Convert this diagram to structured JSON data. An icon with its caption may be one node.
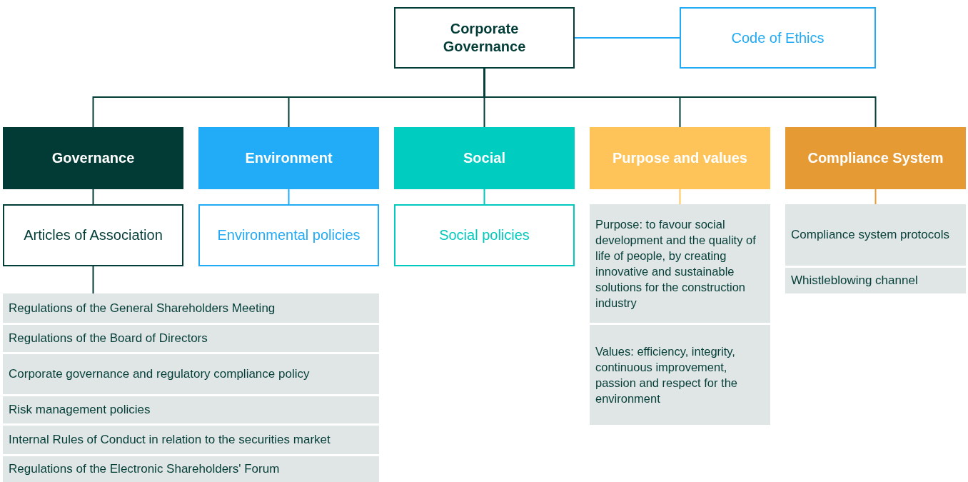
{
  "diagram": {
    "nodes": [
      {
        "text": [
          "Corporate Governance"
        ]
      },
      {
        "text": [
          "Code of Ethics"
        ]
      },
      {
        "text": [
          "Governance"
        ]
      },
      {
        "text": [
          "Environment"
        ]
      },
      {
        "text": [
          "Social"
        ]
      },
      {
        "text": [
          "Purpose and values"
        ]
      },
      {
        "text": [
          "Compliance System"
        ]
      },
      {
        "text": [
          "Articles of Association"
        ]
      },
      {
        "text": [
          "Environmental policies"
        ]
      },
      {
        "text": [
          "Social policies"
        ]
      },
      {
        "text": [
          "Regulations of the General Shareholders Meeting"
        ]
      },
      {
        "text": [
          "Regulations of the Board of Directors"
        ]
      },
      {
        "text": [
          "Corporate governance and regulatory compliance policy"
        ]
      },
      {
        "text": [
          "Risk management policies"
        ]
      },
      {
        "text": [
          "Internal Rules of Conduct in relation to the securities market"
        ]
      },
      {
        "text": [
          "Regulations of the Electronic Shareholders' Forum"
        ]
      },
      {
        "text": [
          "Purpose: to favour social development and the quality of life of people, by creating innovative and sustainable solutions for the construction industry"
        ]
      },
      {
        "text": [
          "Values: efficiency, integrity, continuous improvement, passion and respect for the environment"
        ]
      },
      {
        "text": [
          "Compliance system protocols"
        ]
      },
      {
        "text": [
          "Whistleblowing channel"
        ]
      }
    ],
    "edges": [
      {
        "from": 0,
        "to": 1,
        "arrow": "none",
        "color": "#22aaf5"
      },
      {
        "from": 0,
        "to": 2,
        "arrow": "none"
      },
      {
        "from": 0,
        "to": 3,
        "arrow": "none"
      },
      {
        "from": 0,
        "to": 4,
        "arrow": "none"
      },
      {
        "from": 0,
        "to": 5,
        "arrow": "none"
      },
      {
        "from": 0,
        "to": 6,
        "arrow": "none"
      },
      {
        "from": 2,
        "to": 7,
        "arrow": "none"
      },
      {
        "from": 3,
        "to": 8,
        "arrow": "none",
        "color": "#22aaf5"
      },
      {
        "from": 4,
        "to": 9,
        "arrow": "none",
        "color": "#00c9bd"
      },
      {
        "from": 5,
        "to": 16,
        "arrow": "none",
        "color": "#fec45a"
      },
      {
        "from": 6,
        "to": 18,
        "arrow": "none",
        "color": "#e59a33"
      },
      {
        "from": 7,
        "to": 10,
        "arrow": "none"
      }
    ]
  }
}
